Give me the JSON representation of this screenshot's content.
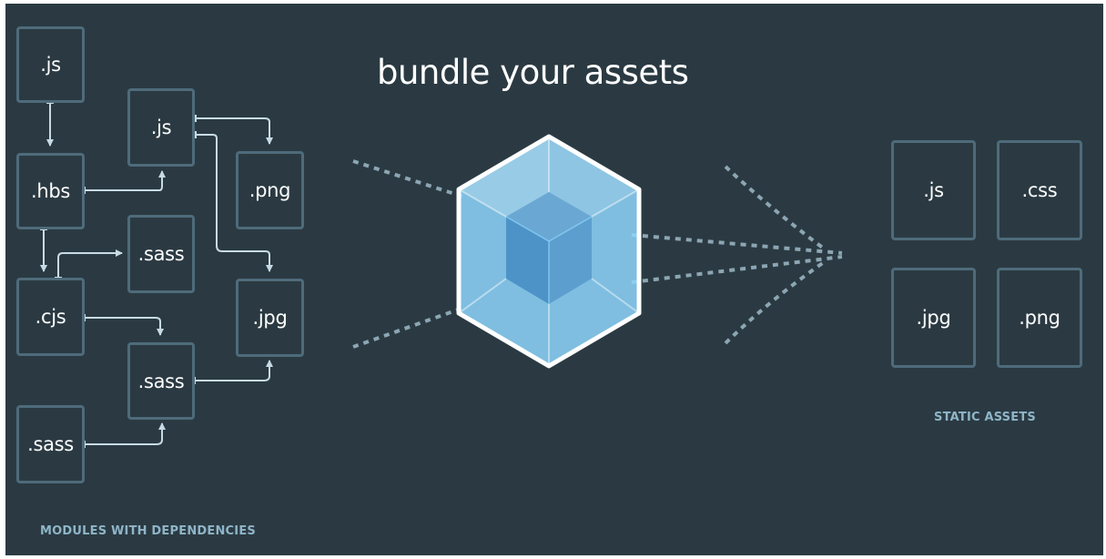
{
  "title": "bundle your assets",
  "modules": {
    "caption": "MODULES WITH DEPENDENCIES",
    "items": [
      {
        "label": ".js"
      },
      {
        "label": ".js"
      },
      {
        "label": ".hbs"
      },
      {
        "label": ".png"
      },
      {
        "label": ".sass"
      },
      {
        "label": ".cjs"
      },
      {
        "label": ".jpg"
      },
      {
        "label": ".sass"
      },
      {
        "label": ".sass"
      }
    ]
  },
  "static_assets": {
    "caption": "STATIC ASSETS",
    "items": [
      {
        "label": ".js"
      },
      {
        "label": ".css"
      },
      {
        "label": ".jpg"
      },
      {
        "label": ".png"
      }
    ]
  },
  "colors": {
    "background": "#2b3a42",
    "box_border": "#4e6b7b",
    "arrow": "#c8dbe5",
    "dotted": "#8ca6b3",
    "cube_outer": "#8ed6fb",
    "cube_inner": "#1c78c0",
    "caption": "#8fb5c8"
  },
  "icon": "webpack-cube-icon"
}
